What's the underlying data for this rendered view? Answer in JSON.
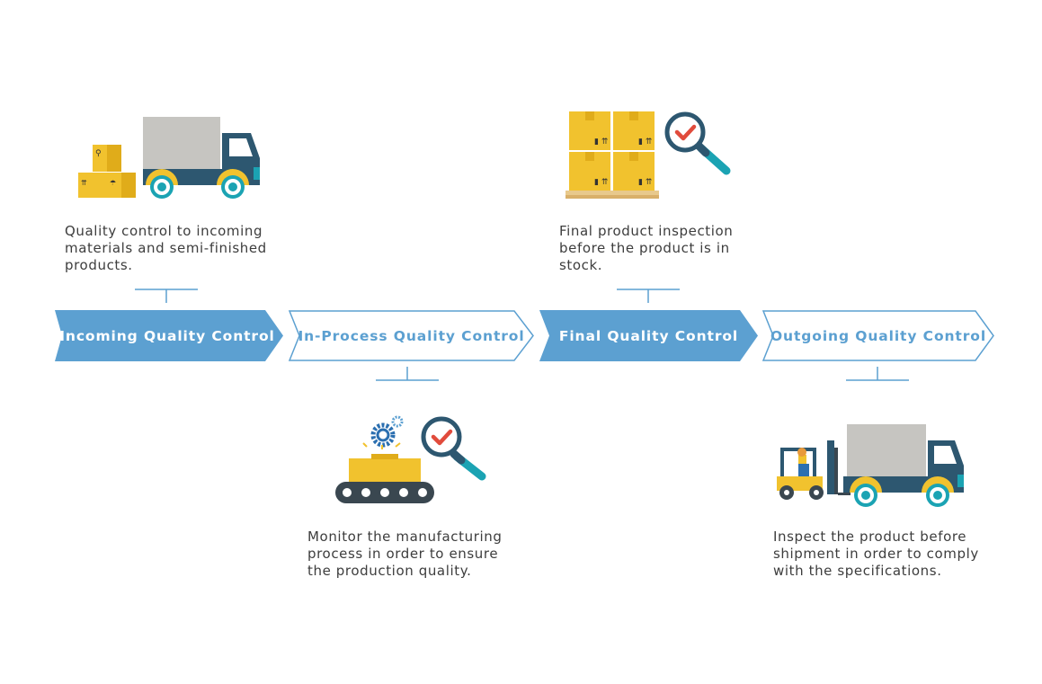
{
  "colors": {
    "accent": "#5ca0d1",
    "truck_body": "#c6c5c1",
    "truck_cab": "#2d5770",
    "box_yellow": "#f1c22e",
    "wheel_teal": "#1ba3b3",
    "check_red": "#e14b3c"
  },
  "stages": [
    {
      "label": "Incoming Quality Control",
      "style": "filled",
      "icon": "truck-with-boxes-icon",
      "description": [
        "Quality control to incoming",
        "materials and semi-finished",
        "products."
      ]
    },
    {
      "label": "In-Process Quality Control",
      "style": "outline",
      "icon": "conveyor-inspection-icon",
      "description": [
        "Monitor the manufacturing",
        "process in order to ensure",
        "the production quality."
      ]
    },
    {
      "label": "Final Quality Control",
      "style": "filled",
      "icon": "pallet-inspection-icon",
      "description": [
        "Final product inspection",
        "before the product is in",
        "stock."
      ]
    },
    {
      "label": "Outgoing Quality Control",
      "style": "outline",
      "icon": "forklift-truck-icon",
      "description": [
        "Inspect the product before",
        "shipment in order to comply",
        "with the specifications."
      ]
    }
  ]
}
